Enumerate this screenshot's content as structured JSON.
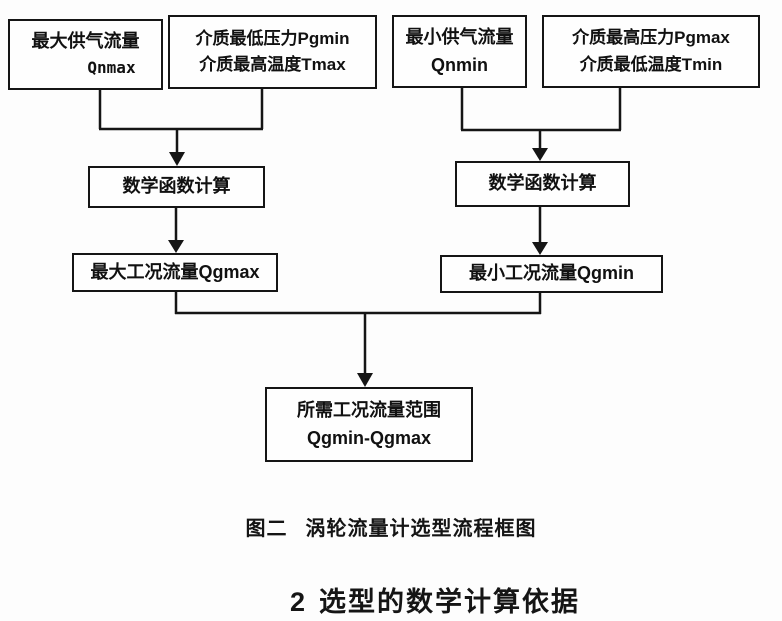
{
  "flowchart": {
    "boxes": {
      "qnmax": {
        "line1": "最大供气流量",
        "line2": "Qnmax"
      },
      "pgmin_tmax": {
        "line1": "介质最低压力Pgmin",
        "line2": "介质最高温度Tmax"
      },
      "qnmin": {
        "line1": "最小供气流量",
        "line2": "Qnmin"
      },
      "pgmax_tmin": {
        "line1": "介质最高压力Pgmax",
        "line2": "介质最低温度Tmin"
      },
      "math_left": {
        "line1": "数学函数计算"
      },
      "math_right": {
        "line1": "数学函数计算"
      },
      "qgmax": {
        "line1": "最大工况流量Qgmax"
      },
      "qgmin": {
        "line1": "最小工况流量Qgmin"
      },
      "result": {
        "line1": "所需工况流量范围",
        "line2": "Qgmin-Qgmax"
      }
    }
  },
  "figure": {
    "caption_label": "图二",
    "caption_title": "涡轮流量计选型流程框图"
  },
  "section": {
    "number": "2",
    "title": "选型的数学计算依据"
  },
  "colors": {
    "ink": "#151515",
    "paper": "#fdfdfd"
  }
}
